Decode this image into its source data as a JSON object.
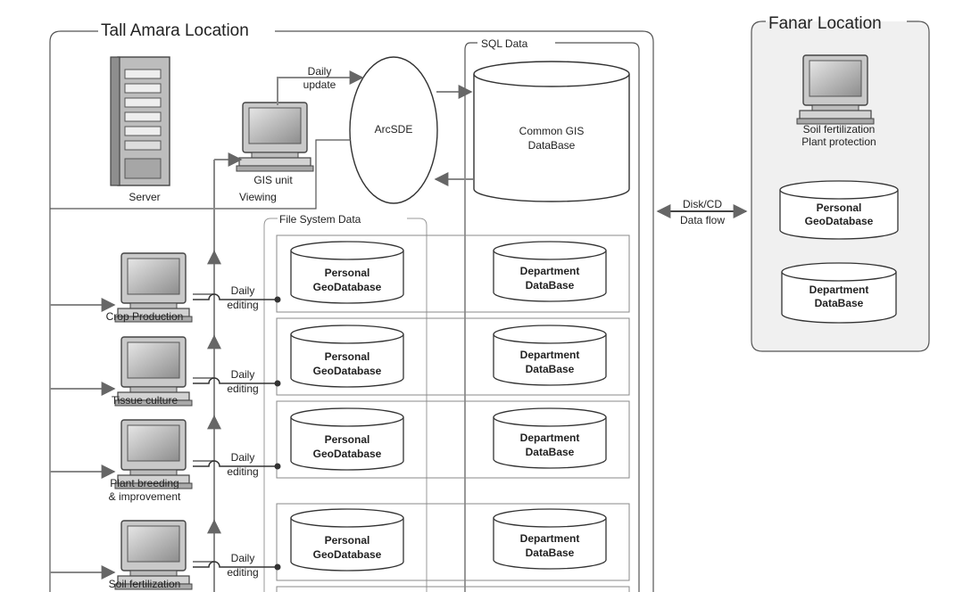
{
  "groups": {
    "tall_amara": "Tall Amara Location",
    "fanar": "Fanar Location",
    "sql_data": "SQL Data",
    "file_system_data": "File System Data"
  },
  "nodes": {
    "server": "Server",
    "gis_unit": "GIS unit",
    "arcsde": "ArcSDE",
    "common_gis": [
      "Common GIS",
      "DataBase"
    ]
  },
  "edge_labels": {
    "daily_update": [
      "Daily",
      "update"
    ],
    "viewing": "Viewing",
    "disk_cd": [
      "Disk/CD",
      "Data flow"
    ],
    "daily_editing": [
      "Daily",
      "editing"
    ]
  },
  "departments": [
    {
      "label": [
        "Crop Production"
      ]
    },
    {
      "label": [
        "Tissue culture"
      ]
    },
    {
      "label": [
        "Plant breeding",
        "& improvement"
      ]
    },
    {
      "label": [
        "Soil fertilization"
      ]
    }
  ],
  "databases": {
    "personal": [
      "Personal",
      "GeoDatabase"
    ],
    "department": [
      "Department",
      "DataBase"
    ]
  },
  "fanar": {
    "pc_label": [
      "Soil fertilization",
      "Plant protection"
    ],
    "personal": [
      "Personal",
      "GeoDatabase"
    ],
    "department": [
      "Department",
      "DataBase"
    ]
  },
  "colors": {
    "line": "#555555",
    "arrow": "#888888",
    "fanar_fill": "#f0f0f0"
  }
}
